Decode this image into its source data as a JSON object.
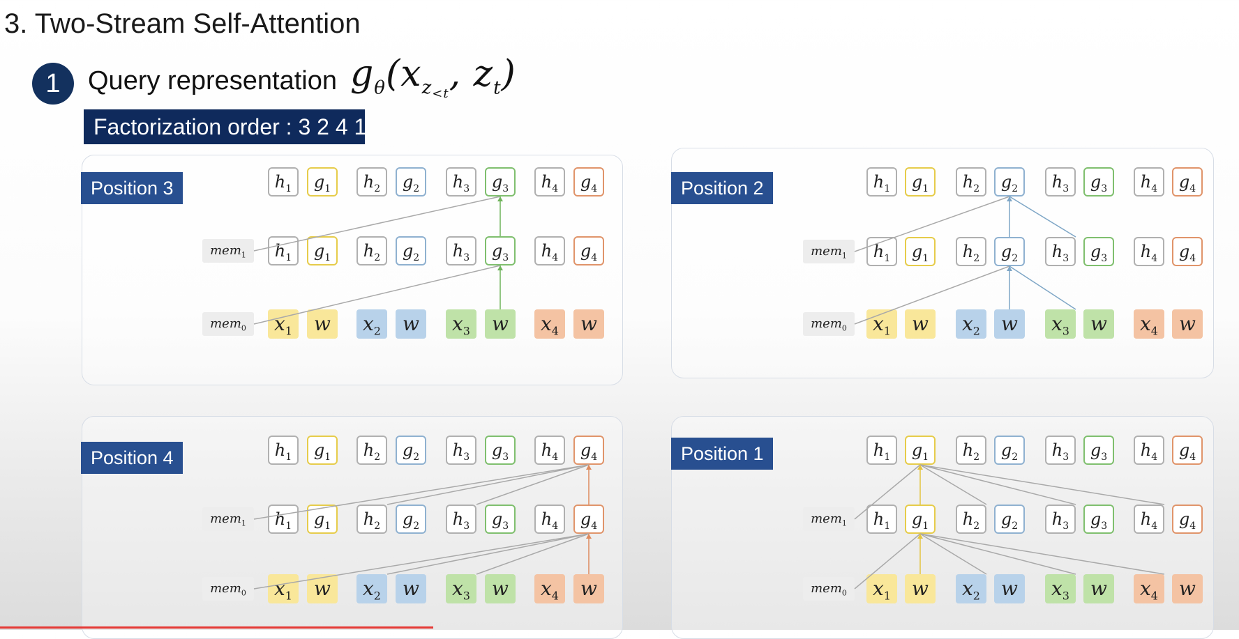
{
  "header": {
    "section_title": "3. Two-Stream Self-Attention",
    "step_number": "1",
    "step_title": "Query representation",
    "formula": {
      "g": "g",
      "theta": "θ",
      "x": "x",
      "z": "z",
      "lt": "<t",
      "comma": ", ",
      "t": "t"
    },
    "order_label": "Factorization order : 3 2 4 1"
  },
  "labels": {
    "h": "h",
    "g": "g",
    "x": "x",
    "w": "w",
    "mem": "mem",
    "n1": "1",
    "n2": "2",
    "n3": "3",
    "n4": "4",
    "m0": "0",
    "m1": "1"
  },
  "panels": [
    {
      "id": "p3",
      "label": "Position 3",
      "target": 3,
      "edge_color": "#6fb35a"
    },
    {
      "id": "p2",
      "label": "Position 2",
      "target": 2,
      "edge_color": "#7ea6c6"
    },
    {
      "id": "p4",
      "label": "Position 4",
      "target": 4,
      "edge_color": "#dd8a5e"
    },
    {
      "id": "p1",
      "label": "Position 1",
      "target": 1,
      "edge_color": "#e3c440"
    }
  ],
  "colors": {
    "token1": "#e6cc4a",
    "token2": "#8fb1d0",
    "token3": "#7fbf6e",
    "token4": "#e0946a",
    "edge_gray": "#a9a9a9",
    "label_bg": "#284f90",
    "badge_bg": "#13315e",
    "progress": "#e53935"
  },
  "video": {
    "progress_fraction": 0.35
  }
}
